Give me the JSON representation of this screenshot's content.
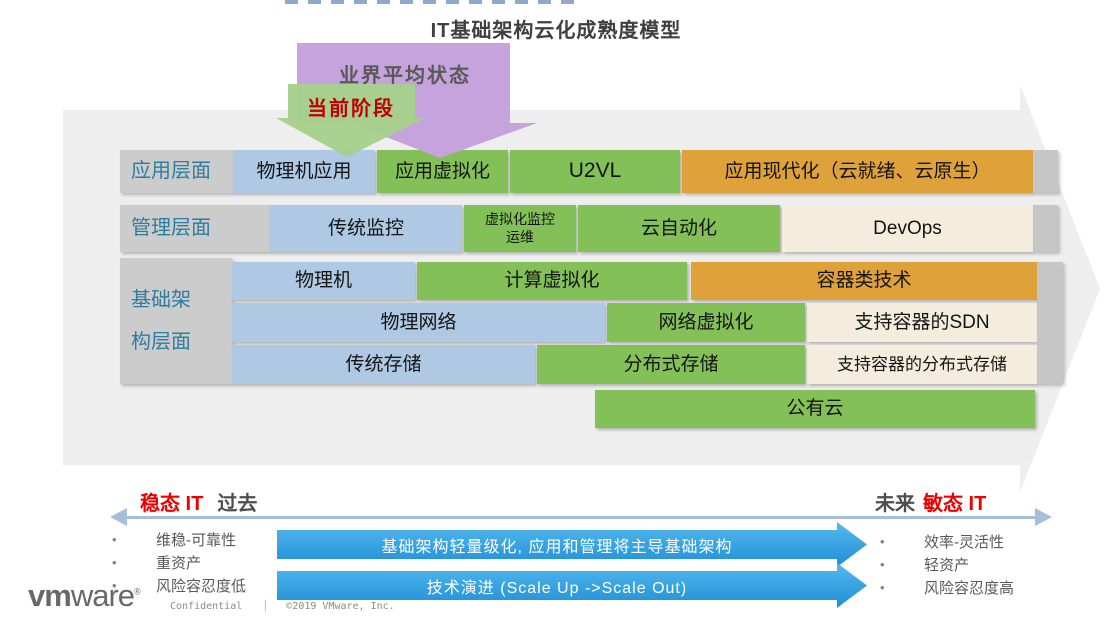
{
  "title": "IT基础架构云化成熟度模型",
  "callouts": {
    "industry_average": "业界平均状态",
    "current_stage": "当前阶段"
  },
  "matrix": {
    "rows": [
      {
        "label": "应用层面",
        "cells": [
          {
            "text": "物理机应用",
            "color": "blue"
          },
          {
            "text": "应用虚拟化",
            "color": "green"
          },
          {
            "text": "U2VL",
            "color": "green"
          },
          {
            "text": "应用现代化（云就绪、云原生）",
            "color": "orange"
          }
        ]
      },
      {
        "label": "管理层面",
        "cells": [
          {
            "text": "传统监控",
            "color": "blue"
          },
          {
            "text": "虚拟化监控\n运维",
            "color": "green"
          },
          {
            "text": "云自动化",
            "color": "green"
          },
          {
            "text": "DevOps",
            "color": "cream"
          }
        ]
      },
      {
        "label": "基础架\n构层面",
        "subrows": [
          [
            {
              "text": "物理机",
              "color": "blue"
            },
            {
              "text": "计算虚拟化",
              "color": "green"
            },
            {
              "text": "容器类技术",
              "color": "orange"
            }
          ],
          [
            {
              "text": "物理网络",
              "color": "blue"
            },
            {
              "text": "网络虚拟化",
              "color": "green"
            },
            {
              "text": "支持容器的SDN",
              "color": "cream"
            }
          ],
          [
            {
              "text": "传统存储",
              "color": "blue"
            },
            {
              "text": "分布式存储",
              "color": "green"
            },
            {
              "text": "支持容器的分布式存储",
              "color": "cream"
            }
          ]
        ]
      }
    ],
    "public_cloud": "公有云"
  },
  "axis": {
    "left_state": "稳态 IT",
    "left_time": "过去",
    "right_time": "未来",
    "right_state": "敏态 IT"
  },
  "transition_arrows": [
    "基础架构轻量级化, 应用和管理将主导基础架构",
    "技术演进 (Scale Up ->Scale Out)"
  ],
  "left_bullets": [
    "维稳-可靠性",
    "重资产",
    "风险容忍度低"
  ],
  "right_bullets": [
    "效率-灵活性",
    "轻资产",
    "风险容忍度高"
  ],
  "footer": {
    "logo_vm": "vm",
    "logo_ware": "ware",
    "logo_reg": "®",
    "confidential": "Confidential",
    "divider": "│",
    "copyright": "©2019 VMware, Inc."
  },
  "colors": {
    "blue_cell": "#AFC8E4",
    "green_cell": "#83C158",
    "orange_cell": "#DFA23B",
    "cream_cell": "#F4EDDD",
    "label_teal": "#2E7DA0",
    "red_accent": "#EE0000",
    "current_stage_red": "#C00000",
    "purple_callout": "#C6A3DD",
    "green_callout": "#A6D08C",
    "transition_blue": "#2B9FE0",
    "axis_line": "#A6BED9"
  }
}
